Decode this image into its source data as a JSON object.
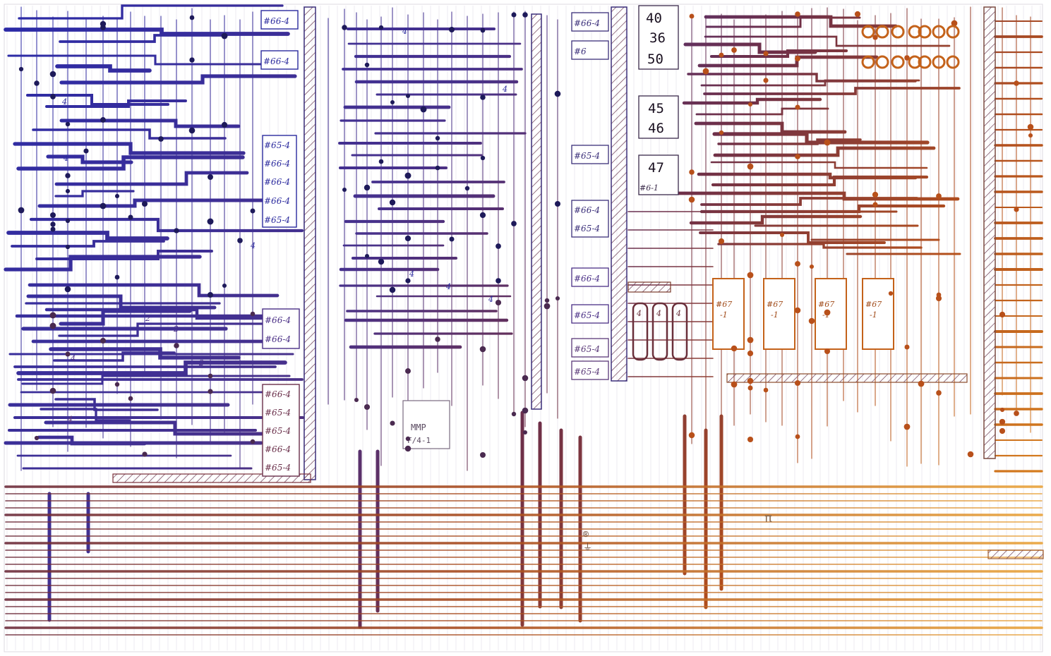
{
  "colors": {
    "paper": "#ffffff",
    "blue": "#2b2a9e",
    "indigo": "#3f2f8f",
    "purple": "#5a3878",
    "plum": "#6a2f4a",
    "maroon": "#7a2a1e",
    "orange": "#e07a1a",
    "amber": "#e8a23a",
    "grid": "#c9c2d2",
    "pencil": "#6b6470"
  },
  "labels": {
    "ic_66_4": "#66-4",
    "ic_65_4": "#65-4",
    "ic_6": "#6",
    "ic_6_1": "#6-1",
    "ic_67_1": "#67-1",
    "ic_67": "#67",
    "minus_one": "-1",
    "four": "4",
    "two": "2",
    "pin_40": "40",
    "pin_36": "36",
    "pin_50": "50",
    "pin_45": "45",
    "pin_46": "46",
    "pin_47": "47",
    "mmp": "MMP",
    "mmp_sub": "F/4-1",
    "pi_mark": "π",
    "circled_r": "®",
    "gnd": "⏚"
  }
}
